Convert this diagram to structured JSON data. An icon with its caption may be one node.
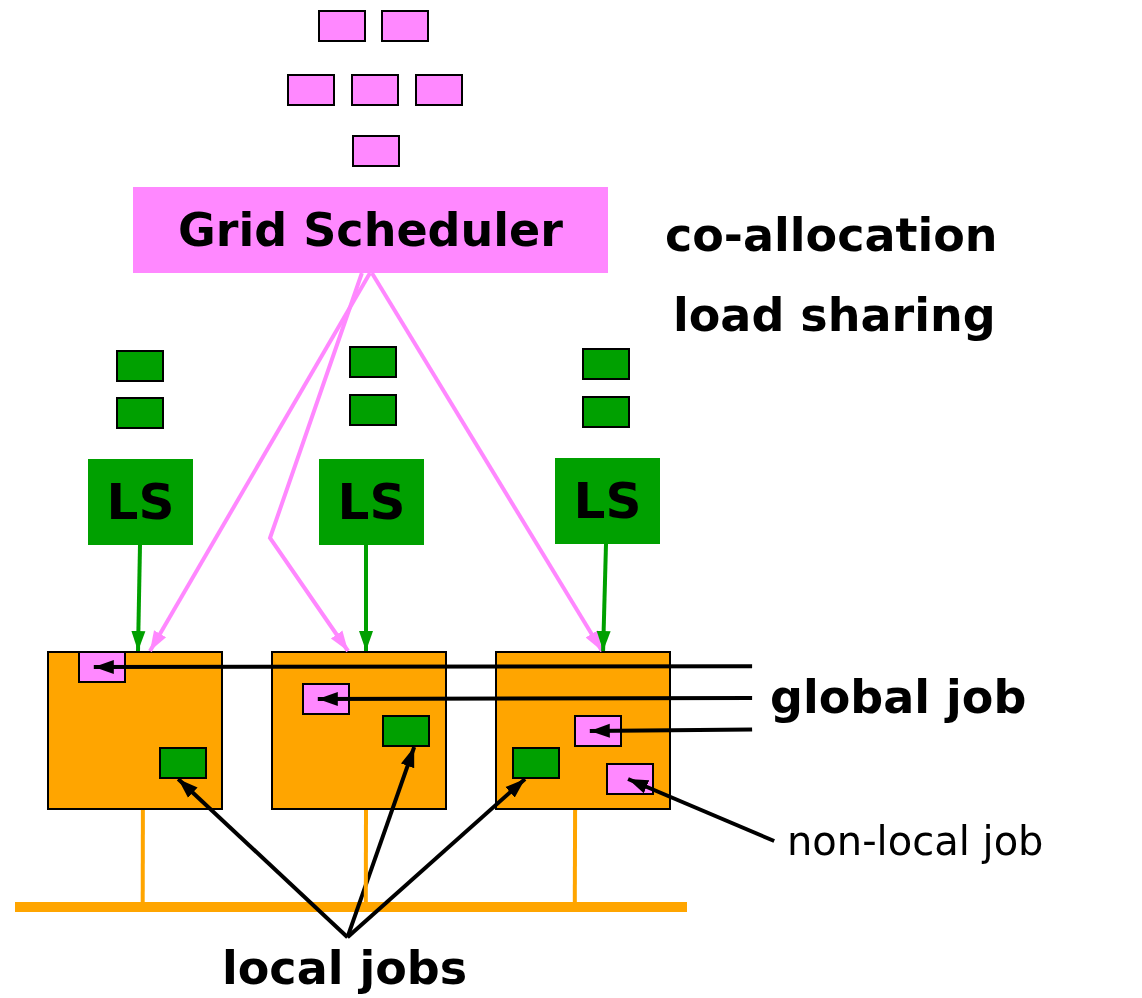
{
  "diagram": {
    "nodes": [
      {
        "text": [],
        "shape": "box"
      },
      {
        "text": [],
        "shape": "box"
      },
      {
        "text": [],
        "shape": "box"
      },
      {
        "text": [],
        "shape": "box"
      },
      {
        "text": [],
        "shape": "box"
      },
      {
        "text": [],
        "shape": "box"
      },
      {
        "text": [
          "Grid Scheduler"
        ]
      },
      {
        "text": [],
        "shape": "box"
      },
      {
        "text": [],
        "shape": "box"
      },
      {
        "text": [],
        "shape": "box"
      },
      {
        "text": [],
        "shape": "box"
      },
      {
        "text": [],
        "shape": "box"
      },
      {
        "text": [],
        "shape": "box"
      },
      {
        "text": [
          "LS"
        ]
      },
      {
        "text": [
          "LS"
        ]
      },
      {
        "text": [
          "LS"
        ]
      },
      {
        "text": [],
        "shape": "box"
      },
      {
        "text": [],
        "shape": "box"
      },
      {
        "text": [],
        "shape": "box"
      },
      {
        "text": [],
        "shape": "box",
        "in": 16
      },
      {
        "text": [],
        "shape": "box",
        "in": 16
      },
      {
        "text": [],
        "shape": "box",
        "in": 17
      },
      {
        "text": [],
        "shape": "box",
        "in": 17
      },
      {
        "text": [],
        "shape": "box",
        "in": 18
      },
      {
        "text": [],
        "shape": "box",
        "in": 18
      },
      {
        "text": [],
        "shape": "box",
        "in": 18
      },
      {
        "text": [
          "global job"
        ]
      },
      {
        "text": [
          "non-local job"
        ]
      },
      {
        "text": [
          "local jobs"
        ]
      },
      {
        "text": [],
        "shape": "bar"
      }
    ],
    "edges": [
      {
        "from": 6,
        "to": 16,
        "arrow": "to",
        "color": "#ff88ff"
      },
      {
        "from": 6,
        "to": 17,
        "arrow": "to",
        "color": "#ff88ff"
      },
      {
        "from": 6,
        "to": 18,
        "arrow": "to",
        "color": "#ff88ff"
      },
      {
        "from": 13,
        "to": 16,
        "arrow": "to",
        "color": "#00a000"
      },
      {
        "from": 14,
        "to": 17,
        "arrow": "to",
        "color": "#00a000"
      },
      {
        "from": 15,
        "to": 18,
        "arrow": "to",
        "color": "#00a000"
      },
      {
        "from": 26,
        "to": 19,
        "arrow": "to"
      },
      {
        "from": 26,
        "to": 21,
        "arrow": "to"
      },
      {
        "from": 26,
        "to": 23,
        "arrow": "to"
      },
      {
        "from": 27,
        "to": 25,
        "arrow": "to"
      },
      {
        "from": 28,
        "to": 20,
        "arrow": "to"
      },
      {
        "from": 28,
        "to": 22,
        "arrow": "to"
      },
      {
        "from": 28,
        "to": 24,
        "arrow": "to"
      },
      {
        "from": 16,
        "to": 29,
        "arrow": "none",
        "color": "#ffa500"
      },
      {
        "from": 17,
        "to": 29,
        "arrow": "none",
        "color": "#ffa500"
      },
      {
        "from": 18,
        "to": 29,
        "arrow": "none",
        "color": "#ffa500"
      }
    ],
    "labels": [
      "co-allocation",
      "load sharing"
    ]
  }
}
